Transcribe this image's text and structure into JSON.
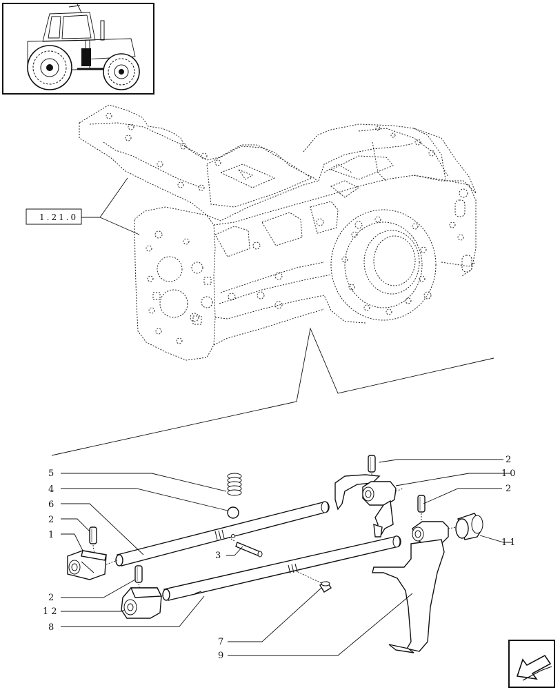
{
  "reference_box": {
    "label": "1.21.0"
  },
  "callouts": {
    "c1": "1",
    "c2a": "2",
    "c2b": "2",
    "c2c": "2",
    "c2d": "2",
    "c3": "3",
    "c4": "4",
    "c5": "5",
    "c6": "6",
    "c7": "7",
    "c8": "8",
    "c9": "9",
    "c10": "10",
    "c11": "11",
    "c12": "12"
  },
  "icons": {
    "thumbnail": "tractor-thumbnail-icon",
    "nav": "previous-page-arrow-icon"
  }
}
